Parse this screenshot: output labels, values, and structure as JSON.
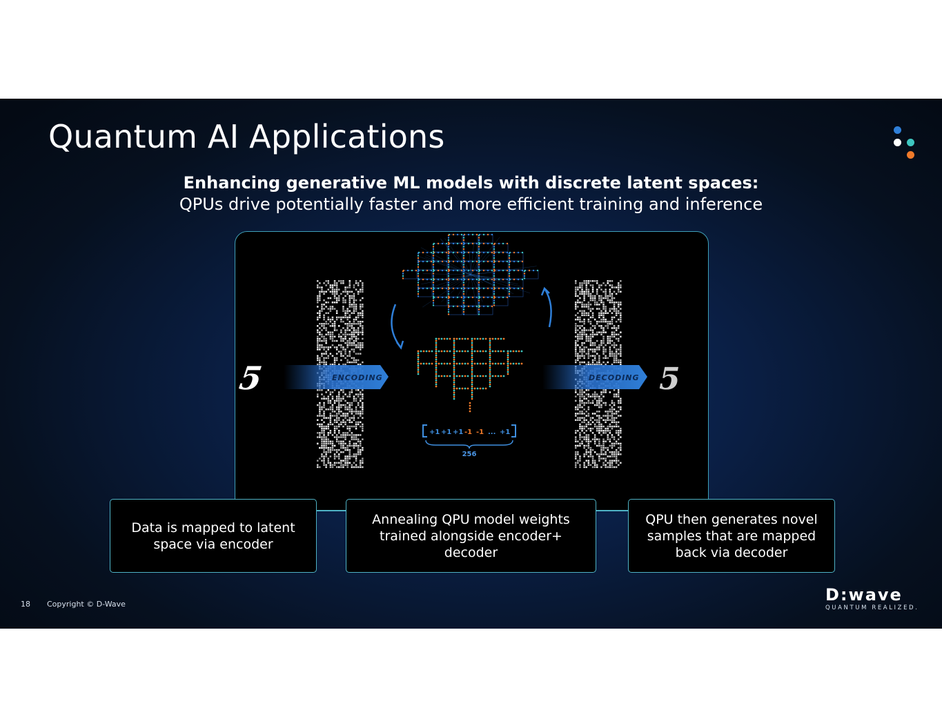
{
  "slide": {
    "title": "Quantum AI Applications",
    "subtitle_bold": "Enhancing generative ML models with discrete latent spaces:",
    "subtitle_regular": "QPUs drive potentially faster and more efficient training and inference"
  },
  "diagram": {
    "input_digit": "5",
    "output_digit": "5",
    "encoding_label": "ENCODING",
    "decoding_label": "DECODING",
    "latent_vector": [
      "+1",
      "+1",
      "+1",
      "-1",
      "-1",
      "...",
      "+1"
    ],
    "latent_size": "256"
  },
  "captions": [
    "Data is mapped to latent space via encoder",
    "Annealing QPU model weights trained alongside encoder+ decoder",
    "QPU then generates novel samples that are mapped back via decoder"
  ],
  "footer": {
    "page_number": "18",
    "copyright": "Copyright © D-Wave"
  },
  "brand": {
    "name": "D:wave",
    "tagline": "QUANTUM REALIZED."
  },
  "colors": {
    "accent_blue": "#2f7fd8",
    "accent_teal": "#3ec6c0",
    "accent_orange": "#f07a2a",
    "caption_border": "#4fb3c6"
  }
}
